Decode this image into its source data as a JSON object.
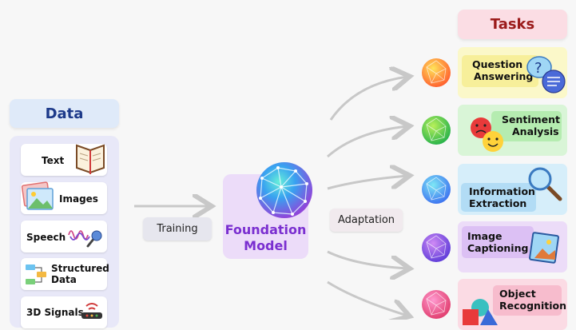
{
  "headers": {
    "data": "Data",
    "tasks": "Tasks"
  },
  "data_items": [
    {
      "label": "Text"
    },
    {
      "label": "Images"
    },
    {
      "label": "Speech"
    },
    {
      "label": "Structured Data"
    },
    {
      "label": "3D Signals"
    }
  ],
  "training_label": "Training",
  "adaptation_label": "Adaptation",
  "foundation_model": {
    "line1": "Foundation",
    "line2": "Model"
  },
  "tasks": [
    {
      "line1": "Question",
      "line2": "Answering",
      "color": "#fdf8c8",
      "sphere": "#ff6a3d"
    },
    {
      "line1": "Sentiment",
      "line2": "Analysis",
      "color": "#d8f5d6",
      "sphere": "#5fd35f"
    },
    {
      "line1": "Information",
      "line2": "Extraction",
      "color": "#d6eefa",
      "sphere": "#42a9f5"
    },
    {
      "line1": "Image",
      "line2": "Captioning",
      "color": "#eddcf8",
      "sphere": "#a05ce8"
    },
    {
      "line1": "Object",
      "line2": "Recognition",
      "color": "#fbdbe4",
      "sphere": "#f0508a"
    }
  ],
  "colors": {
    "arrow": "#c8c8c8",
    "data_header_text": "#1d3a8a",
    "tasks_header_text": "#9b1b1b",
    "fm_text": "#7a2fd0"
  }
}
